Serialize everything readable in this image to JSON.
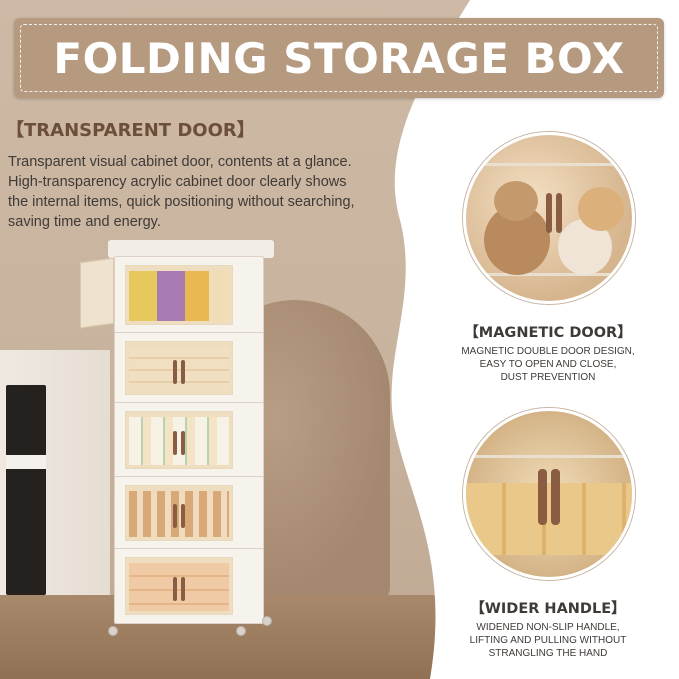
{
  "title": "FOLDING STORAGE BOX",
  "feature": {
    "heading": "【TRANSPARENT DOOR】",
    "description_lines": [
      "Transparent visual cabinet door, contents at a glance.",
      "High-transparency acrylic cabinet door clearly shows",
      "the internal items, quick positioning without searching,",
      "saving time and energy."
    ]
  },
  "magnetic": {
    "heading": "【MAGNETIC DOOR】",
    "lines": [
      "MAGNETIC DOUBLE DOOR DESIGN,",
      "EASY TO OPEN AND CLOSE,",
      "DUST PREVENTION"
    ]
  },
  "handle": {
    "heading": "【WIDER HANDLE】",
    "lines": [
      "WIDENED NON-SLIP HANDLE,",
      "LIFTING AND PULLING WITHOUT",
      "STRANGLING THE HAND"
    ]
  },
  "colors": {
    "banner": "#b59a80",
    "heading_brown": "#6b4f3b",
    "body_text": "#3f3a36",
    "handle": "#8a5d43"
  }
}
